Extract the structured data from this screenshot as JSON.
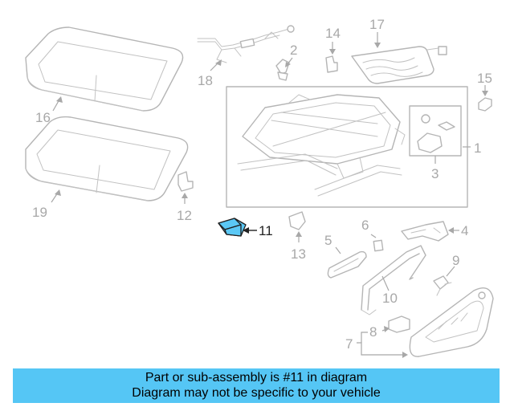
{
  "callouts": {
    "c1": "1",
    "c2": "2",
    "c3": "3",
    "c4": "4",
    "c5": "5",
    "c6": "6",
    "c7": "7",
    "c8": "8",
    "c9": "9",
    "c10": "10",
    "c11": "11",
    "c12": "12",
    "c13": "13",
    "c14": "14",
    "c15": "15",
    "c16": "16",
    "c17": "17",
    "c18": "18",
    "c19": "19"
  },
  "highlighted_part": "11",
  "banner": {
    "line1": "Part or sub-assembly is #11 in diagram",
    "line2": "Diagram may not be specific to your vehicle",
    "color": "#55c6f5"
  },
  "colors": {
    "highlight_fill": "#5bc8f5",
    "line_art": "#b5b5b5",
    "callout_text": "#a8a8a8"
  }
}
